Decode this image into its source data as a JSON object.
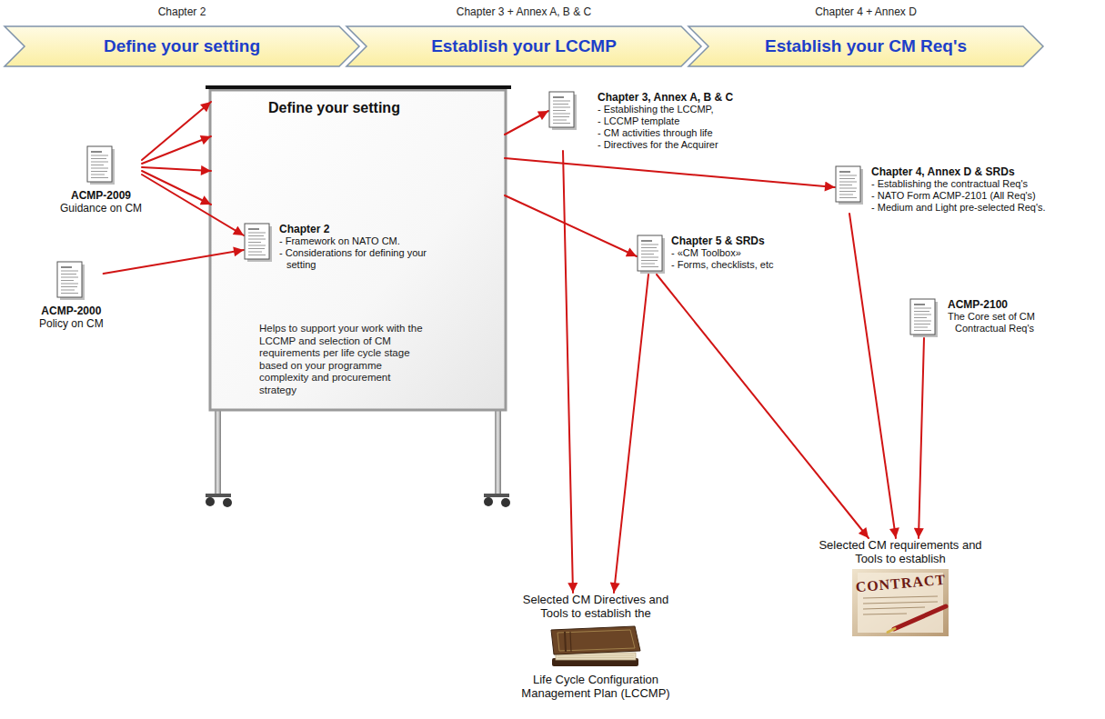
{
  "diagram": {
    "nodes": [
      {
        "text": [
          "Chapter 2",
          "Define your setting"
        ]
      },
      {
        "text": [
          "Chapter 3 + Annex A, B & C",
          "Establish your LCCMP"
        ]
      },
      {
        "text": [
          "Chapter 4 + Annex D",
          "Establish your CM Req's"
        ]
      },
      {
        "text": [
          "Define your setting",
          "Helps to support your work with the LCCMP and selection of CM requirements per life cycle stage based on your programme complexity and procurement strategy"
        ]
      },
      {
        "text": [
          "Chapter 2",
          "- Framework on NATO CM.",
          "- Considerations for defining your setting"
        ],
        "in": 3
      },
      {
        "text": [
          "ACMP-2009",
          "Guidance on CM"
        ]
      },
      {
        "text": [
          "ACMP-2000",
          "Policy on CM"
        ]
      },
      {
        "text": [
          "Chapter 3, Annex A, B & C",
          "- Establishing the LCCMP,",
          "- LCCMP template",
          "- CM activities through life",
          "- Directives for the Acquirer"
        ]
      },
      {
        "text": [
          "Chapter 4, Annex D & SRDs",
          "- Establishing the contractual Req's",
          "- NATO Form ACMP-2101 (All Req's)",
          "- Medium and Light pre-selected Req's."
        ]
      },
      {
        "text": [
          "Chapter 5 & SRDs",
          "- «CM Toolbox»",
          "- Forms, checklists, etc"
        ]
      },
      {
        "text": [
          "ACMP-2100",
          "The Core set of CM Contractual Req's"
        ]
      },
      {
        "text": [
          "Selected CM Directives and Tools to establish the",
          "Life Cycle Configuration Management Plan (LCCMP)"
        ]
      },
      {
        "text": [
          "Selected CM requirements and Tools to establish"
        ]
      }
    ],
    "edges": [
      {
        "from": 5,
        "to": 3,
        "arrow": "to"
      },
      {
        "from": 5,
        "to": 3,
        "arrow": "to"
      },
      {
        "from": 5,
        "to": 3,
        "arrow": "to"
      },
      {
        "from": 5,
        "to": 3,
        "arrow": "to"
      },
      {
        "from": 5,
        "to": 4,
        "arrow": "to"
      },
      {
        "from": 6,
        "to": 4,
        "arrow": "to"
      },
      {
        "from": 3,
        "to": 7,
        "arrow": "to"
      },
      {
        "from": 3,
        "to": 8,
        "arrow": "to"
      },
      {
        "from": 3,
        "to": 9,
        "arrow": "to"
      },
      {
        "from": 7,
        "to": 11,
        "arrow": "to"
      },
      {
        "from": 9,
        "to": 11,
        "arrow": "to"
      },
      {
        "from": 9,
        "to": 12,
        "arrow": "to"
      },
      {
        "from": 8,
        "to": 12,
        "arrow": "to"
      },
      {
        "from": 10,
        "to": 12,
        "arrow": "to"
      }
    ],
    "labels": [
      "CONTRACT"
    ]
  }
}
